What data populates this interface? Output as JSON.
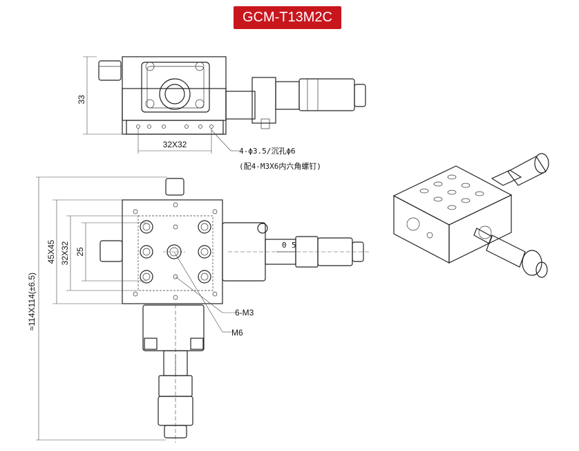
{
  "title": "GCM-T13M2C",
  "colors": {
    "badge": "#c8161d",
    "line": "#222222"
  },
  "top_view": {
    "height_dim": "33",
    "hole_spacing": "32X32",
    "hole_note_line1": "4-ϕ3.5/沉孔ϕ6",
    "hole_note_line2": "(配4-M3X6内六角螺钉)"
  },
  "front_view": {
    "overall_dim": "≈114X114(±6.5)",
    "dim_45": "45X45",
    "dim_32": "32X32",
    "dim_25": "25",
    "label_6m3": "6-M3",
    "label_m6": "M6",
    "scale_0": "0",
    "scale_5": "5"
  }
}
